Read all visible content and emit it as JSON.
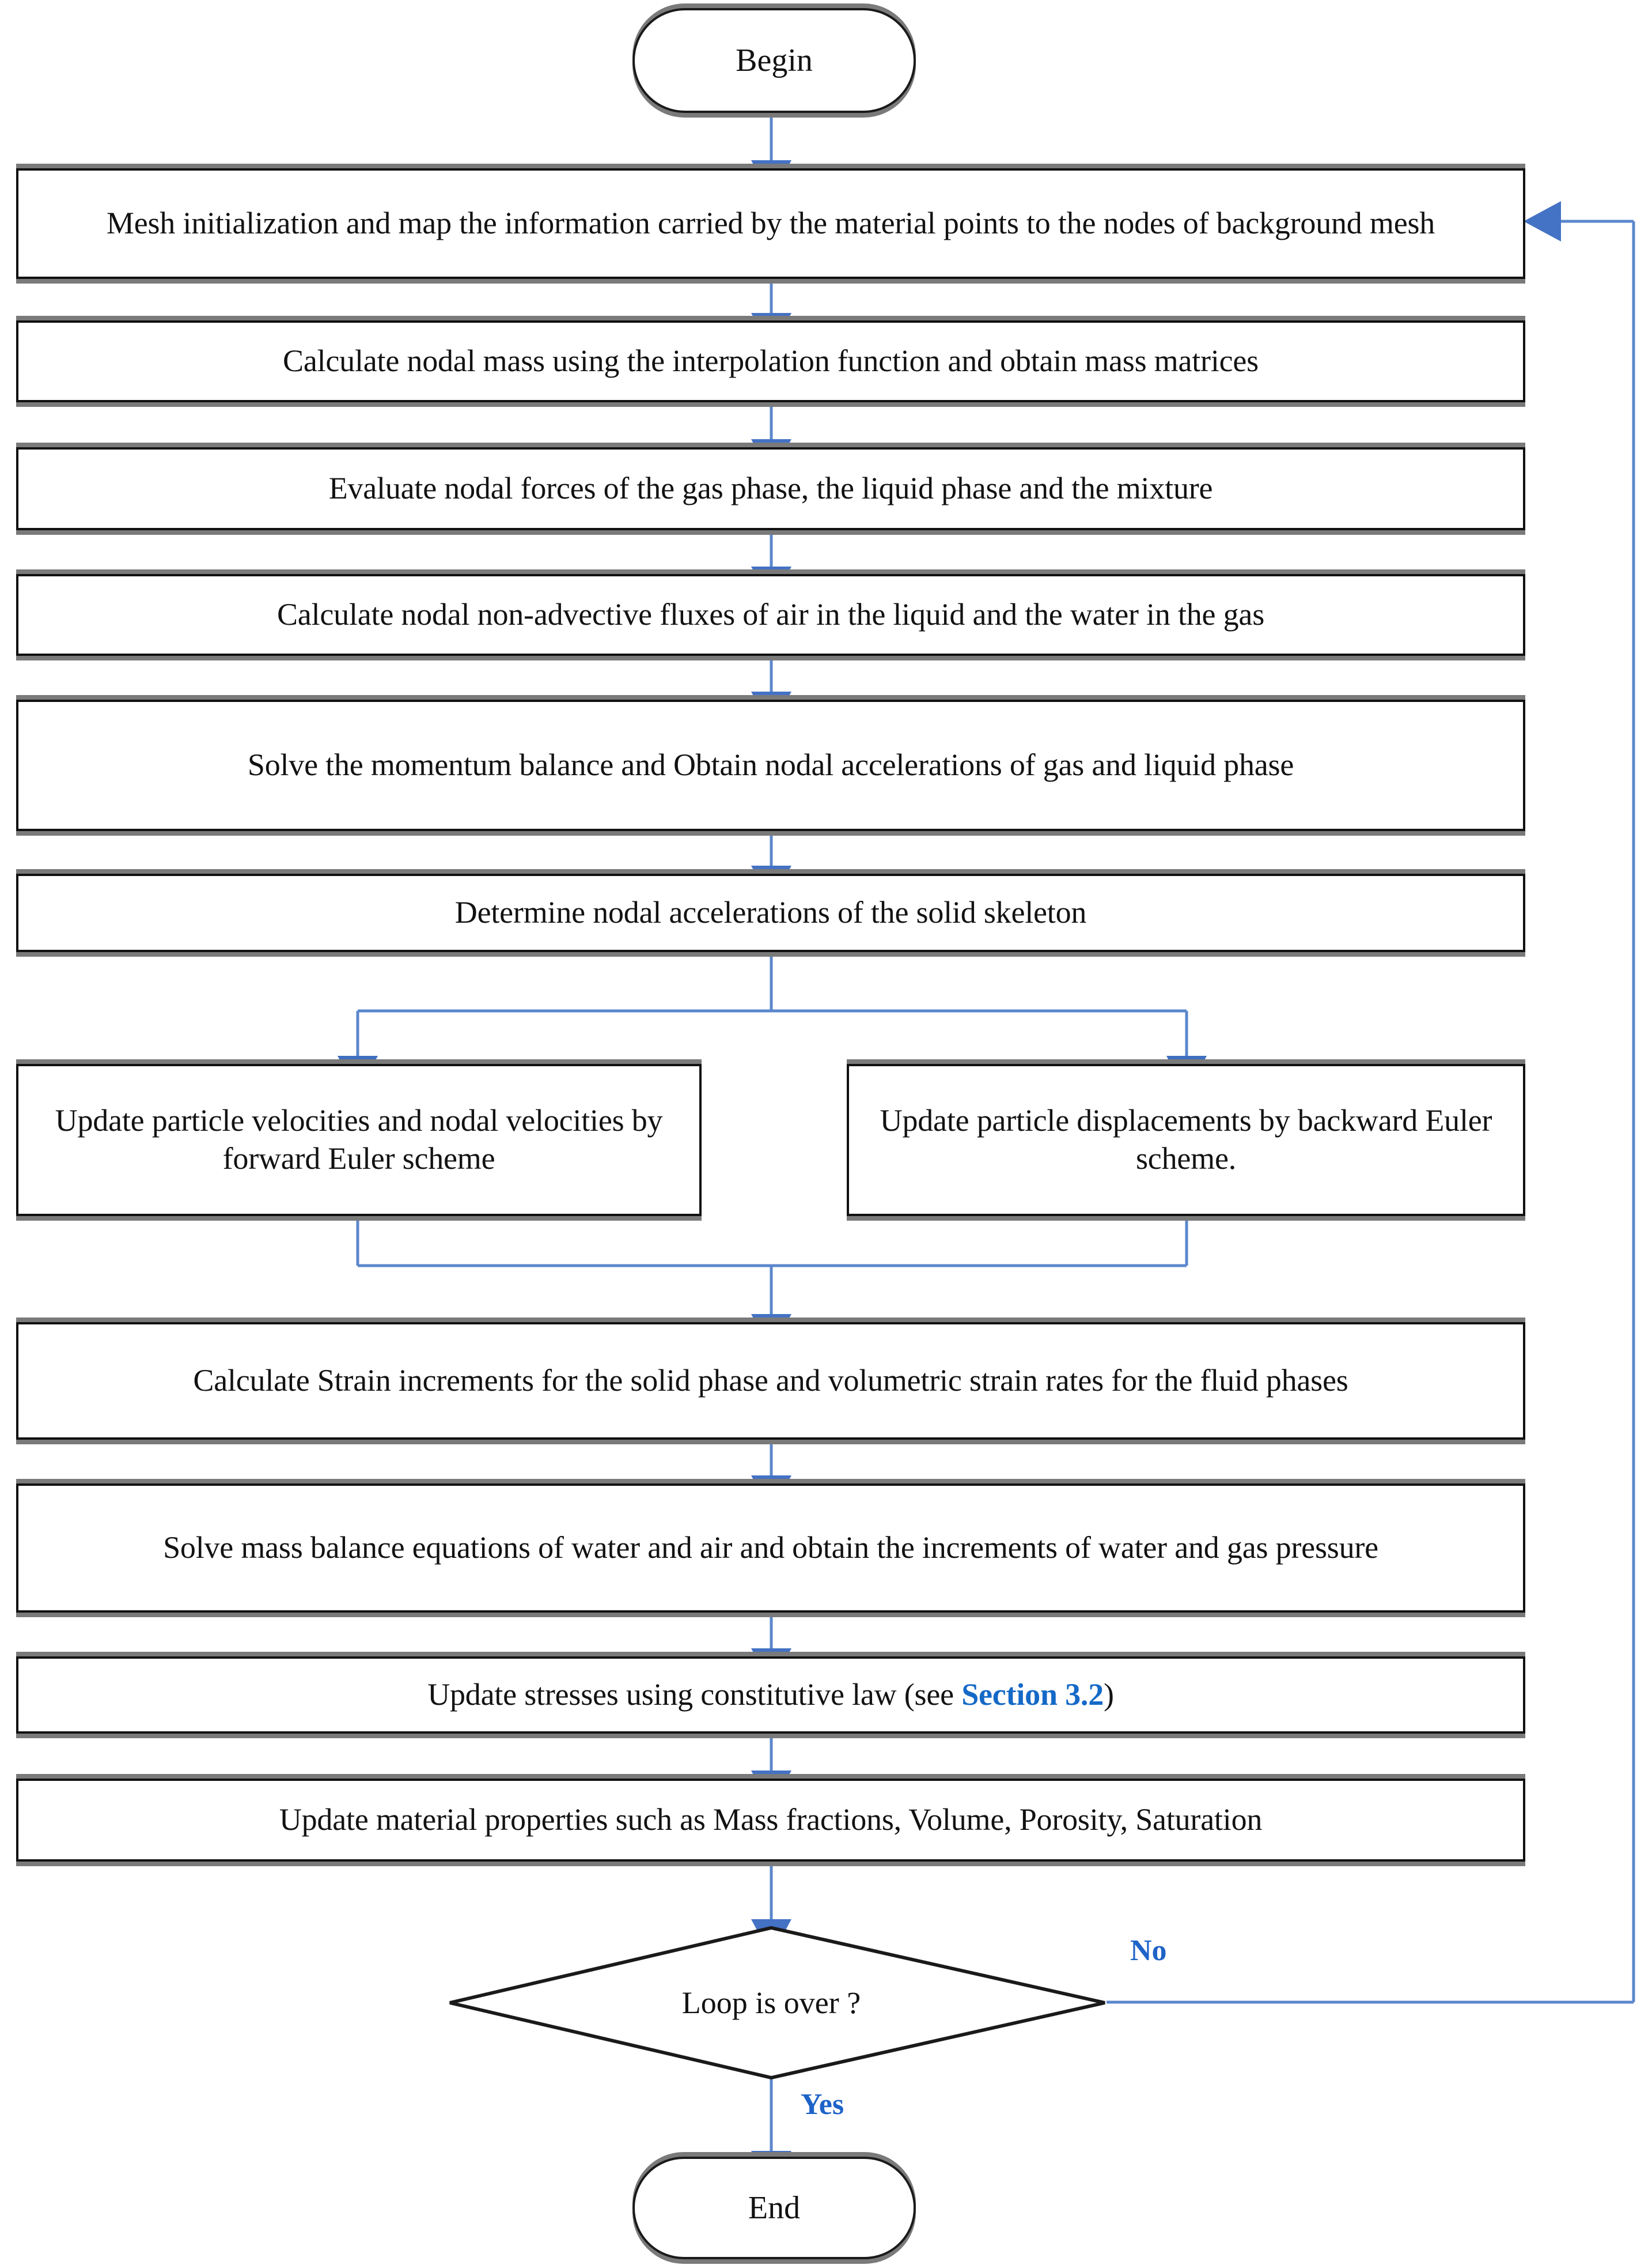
{
  "diagram": {
    "type": "flowchart",
    "title": "Material Point Method computational loop",
    "colors": {
      "arrow": "#4a7ebb",
      "arrow_fill": "#4472c4",
      "box_border": "#111111",
      "box_shadow": "#7a7a7a",
      "label_blue": "#1e63c8",
      "link_blue": "#1469c7",
      "text": "#121212",
      "background": "#ffffff"
    },
    "nodes": {
      "begin": {
        "shape": "terminator",
        "label": "Begin"
      },
      "step1": {
        "shape": "process",
        "label": "Mesh initialization and map the information carried by the material points to the nodes of background mesh"
      },
      "step2": {
        "shape": "process",
        "label": "Calculate nodal mass using the interpolation function and obtain mass matrices"
      },
      "step3": {
        "shape": "process",
        "label": "Evaluate nodal forces of the gas phase, the liquid phase and the mixture"
      },
      "step4": {
        "shape": "process",
        "label": "Calculate nodal non-advective fluxes of air in the liquid and the water in the gas"
      },
      "step5": {
        "shape": "process",
        "label": "Solve the momentum balance and Obtain nodal accelerations of gas and liquid phase"
      },
      "step6": {
        "shape": "process",
        "label": "Determine nodal accelerations of the solid skeleton"
      },
      "step7a": {
        "shape": "process",
        "label": "Update particle velocities and nodal velocities by forward Euler scheme"
      },
      "step7b": {
        "shape": "process",
        "label": "Update particle displacements by backward Euler scheme."
      },
      "step8": {
        "shape": "process",
        "label": "Calculate Strain increments for the solid phase and volumetric strain rates for the fluid phases"
      },
      "step9": {
        "shape": "process",
        "label": "Solve mass balance equations of water and air and obtain the increments of water and gas pressure"
      },
      "step10": {
        "shape": "process",
        "label_prefix": "Update  stresses using constitutive law (see ",
        "label_ref": "Section 3.2",
        "label_suffix": ")"
      },
      "step11": {
        "shape": "process",
        "label": "Update material properties such as Mass fractions, Volume, Porosity, Saturation"
      },
      "decision": {
        "shape": "decision",
        "label": "Loop is over ?"
      },
      "end": {
        "shape": "terminator",
        "label": "End"
      }
    },
    "edge_labels": {
      "no": "No",
      "yes": "Yes"
    },
    "edges": [
      {
        "from": "begin",
        "to": "step1",
        "label": ""
      },
      {
        "from": "step1",
        "to": "step2",
        "label": ""
      },
      {
        "from": "step2",
        "to": "step3",
        "label": ""
      },
      {
        "from": "step3",
        "to": "step4",
        "label": ""
      },
      {
        "from": "step4",
        "to": "step5",
        "label": ""
      },
      {
        "from": "step5",
        "to": "step6",
        "label": ""
      },
      {
        "from": "step6",
        "to": "step7a",
        "label": ""
      },
      {
        "from": "step6",
        "to": "step7b",
        "label": ""
      },
      {
        "from": "step7a",
        "to": "step8",
        "label": ""
      },
      {
        "from": "step7b",
        "to": "step8",
        "label": ""
      },
      {
        "from": "step8",
        "to": "step9",
        "label": ""
      },
      {
        "from": "step9",
        "to": "step10",
        "label": ""
      },
      {
        "from": "step10",
        "to": "step11",
        "label": ""
      },
      {
        "from": "step11",
        "to": "decision",
        "label": ""
      },
      {
        "from": "decision",
        "to": "end",
        "label": "Yes"
      },
      {
        "from": "decision",
        "to": "step1",
        "label": "No"
      }
    ]
  }
}
